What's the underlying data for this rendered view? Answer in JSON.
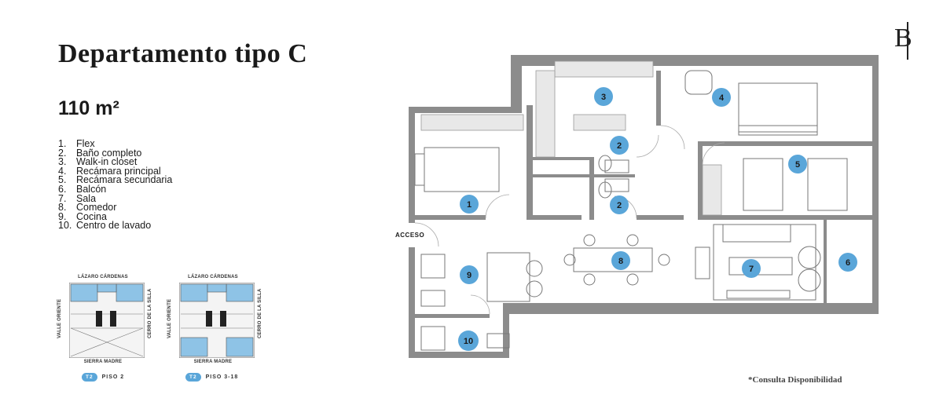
{
  "header": {
    "title": "Departamento tipo C",
    "area": "110 m²"
  },
  "rooms": [
    {
      "num": "1.",
      "name": "Flex"
    },
    {
      "num": "2.",
      "name": "Baño completo"
    },
    {
      "num": "3.",
      "name": "Walk-in closet"
    },
    {
      "num": "4.",
      "name": "Recámara principal"
    },
    {
      "num": "5.",
      "name": "Recámara secundaria"
    },
    {
      "num": "6.",
      "name": "Balcón"
    },
    {
      "num": "7.",
      "name": "Sala"
    },
    {
      "num": "8.",
      "name": "Comedor"
    },
    {
      "num": "9.",
      "name": "Cocina"
    },
    {
      "num": "10.",
      "name": "Centro de lavado"
    }
  ],
  "key_plans": [
    {
      "street_top": "LÁZARO CÁRDENAS",
      "street_bottom": "SIERRA MADRE",
      "street_left": "VALLE ORIENTE",
      "street_right": "CERRO DE LA SILLA",
      "tower": "T2",
      "floor": "PISO 2"
    },
    {
      "street_top": "LÁZARO CÁRDENAS",
      "street_bottom": "SIERRA MADRE",
      "street_left": "VALLE ORIENTE",
      "street_right": "CERRO DE LA SILLA",
      "tower": "T2",
      "floor": "PISO 3-18"
    }
  ],
  "plan": {
    "access_label": "ACCESO",
    "badges": [
      "1",
      "2",
      "2",
      "3",
      "4",
      "5",
      "6",
      "7",
      "8",
      "9",
      "10"
    ]
  },
  "logo": "B",
  "footer": {
    "disclaimer": "*Consulta Disponibilidad"
  },
  "colors": {
    "accent": "#5aa6d9",
    "wall": "#8c8c8c",
    "text": "#1a1a1a"
  }
}
